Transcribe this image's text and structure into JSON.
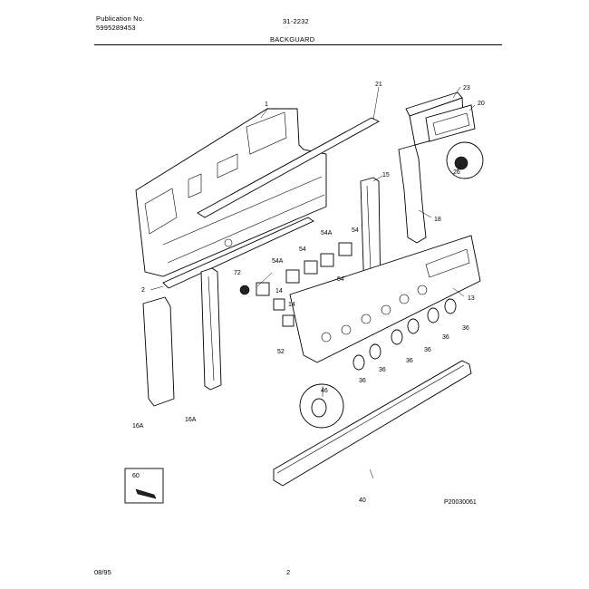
{
  "header": {
    "publication_label": "Publication No.",
    "publication_number": "5995289453",
    "model": "31-2232",
    "section_title": "BACKGUARD"
  },
  "footer": {
    "date": "08/95",
    "page": "2"
  },
  "drawing_code": "P20030061",
  "callouts": {
    "c1": "1",
    "c21": "21",
    "c23": "23",
    "c20": "20",
    "c15": "15",
    "c26": "26",
    "c18": "18",
    "c54a_top": "54A",
    "c54_top": "54",
    "c54_mid": "54",
    "c54a_mid": "54A",
    "c54_lower": "54",
    "c72": "72",
    "c14a": "14",
    "c14b": "14",
    "c2": "2",
    "c13": "13",
    "c36a": "36",
    "c36b": "36",
    "c36c": "36",
    "c36d": "36",
    "c36e": "36",
    "c36f": "36",
    "c52": "52",
    "c46": "46",
    "c16a_left": "16A",
    "c16a_right": "16A",
    "c60": "60",
    "c40": "40"
  }
}
